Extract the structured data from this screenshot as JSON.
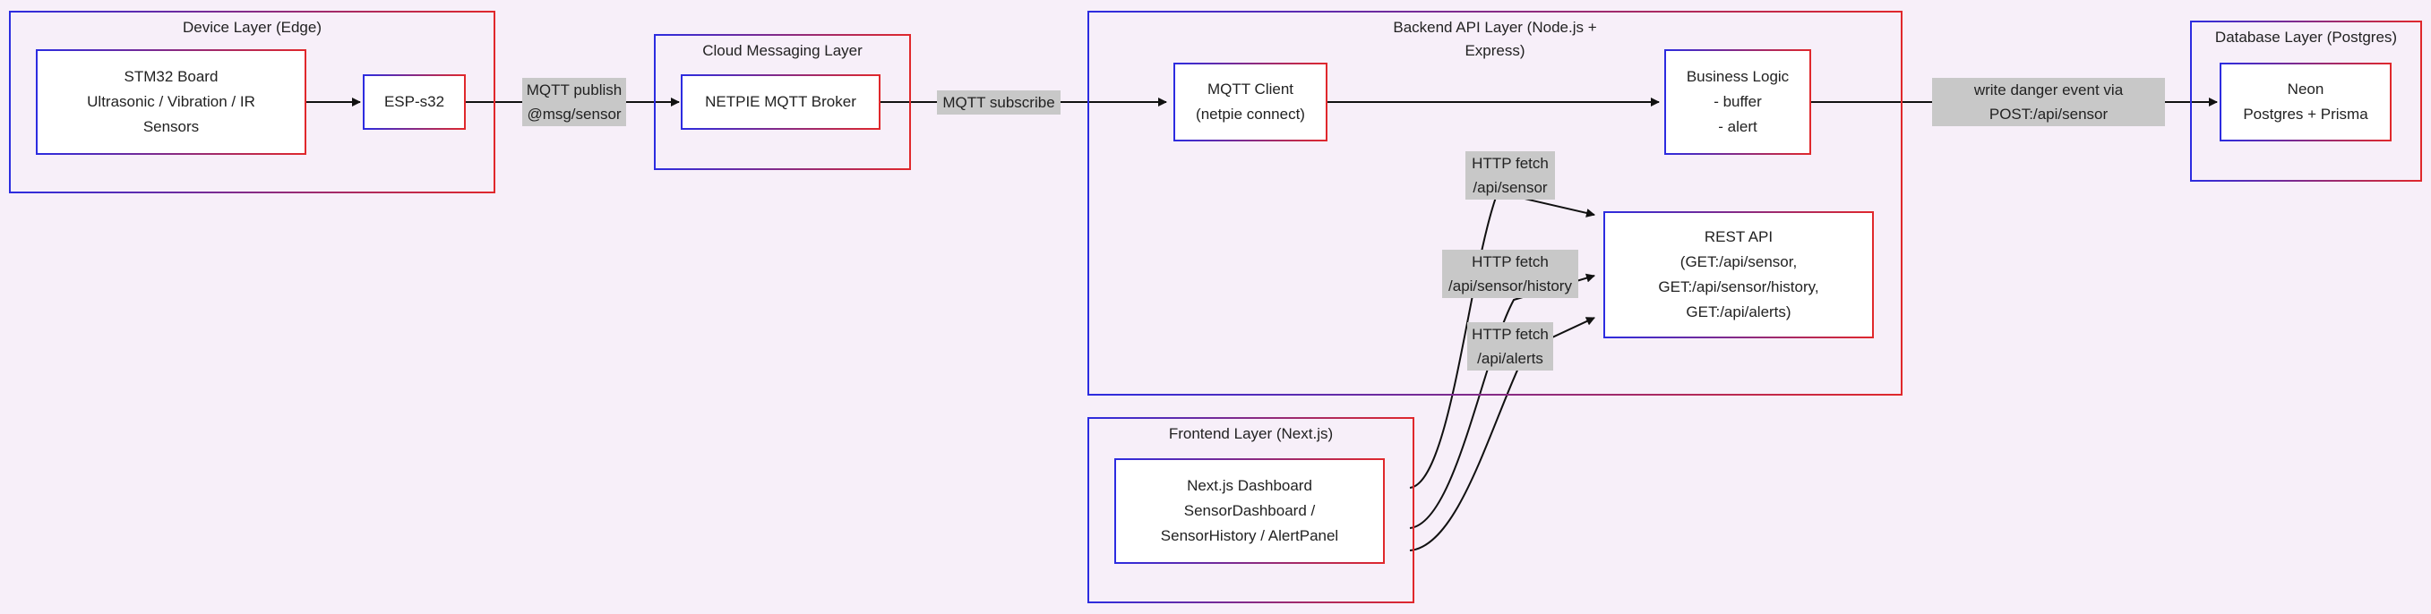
{
  "layers": {
    "device": "Device Layer (Edge)",
    "cloud": "Cloud Messaging Layer",
    "backend": [
      "Backend API Layer (Node.js +",
      "Express)"
    ],
    "frontend": "Frontend Layer (Next.js)",
    "database": "Database Layer (Postgres)"
  },
  "nodes": {
    "stm32": [
      "STM32 Board",
      "Ultrasonic / Vibration / IR",
      "Sensors"
    ],
    "esp32": [
      "ESP-s32"
    ],
    "netpie": [
      "NETPIE MQTT Broker"
    ],
    "mqtt_client": [
      "MQTT Client",
      "(netpie connect)"
    ],
    "business": [
      "Business Logic",
      "- buffer",
      "- alert"
    ],
    "rest_api": [
      "REST API",
      "(GET:/api/sensor,",
      "GET:/api/sensor/history,",
      "GET:/api/alerts)"
    ],
    "dashboard": [
      "Next.js Dashboard",
      "SensorDashboard /",
      "SensorHistory / AlertPanel"
    ],
    "neon": [
      "Neon",
      "Postgres + Prisma"
    ]
  },
  "edges": {
    "publish": [
      "MQTT publish",
      "@msg/sensor"
    ],
    "subscribe": [
      "MQTT subscribe"
    ],
    "write": [
      "write danger event via",
      "POST:/api/sensor"
    ],
    "fetch_sensor": [
      "HTTP fetch",
      "/api/sensor"
    ],
    "fetch_history": [
      "HTTP fetch",
      "/api/sensor/history"
    ],
    "fetch_alerts": [
      "HTTP fetch",
      "/api/alerts"
    ]
  },
  "colors": {
    "border_start": "#2c2ce0",
    "border_end": "#e0282c",
    "background": "#f7eff9",
    "label_bg": "#c8c8c8"
  }
}
